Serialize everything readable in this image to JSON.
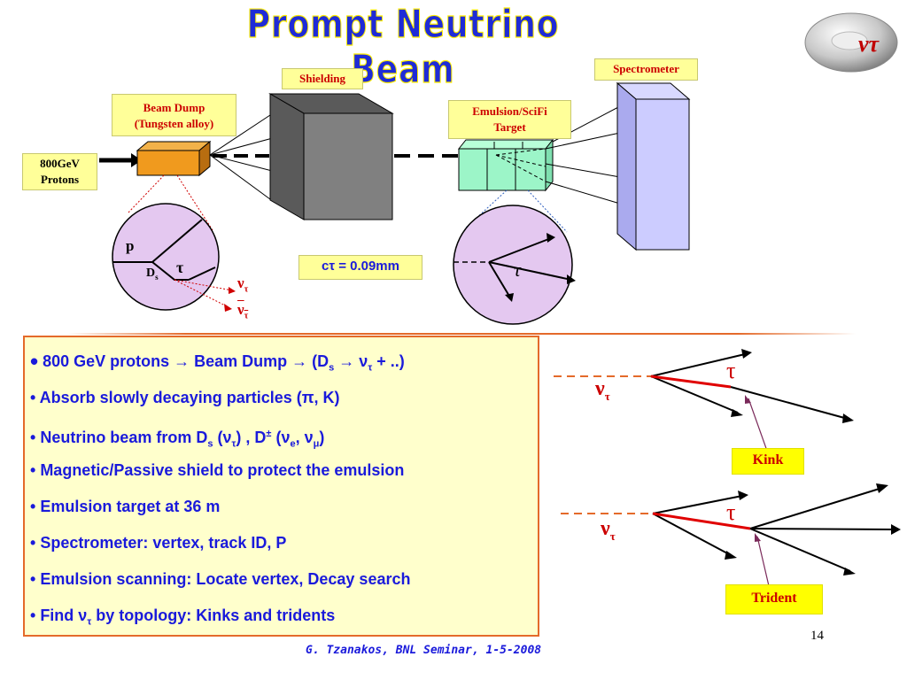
{
  "title": "Prompt Neutrino Beam",
  "logo": {
    "text": "ντ",
    "color": "#c00000"
  },
  "diagram": {
    "protons_label": [
      "800GeV",
      "Protons"
    ],
    "beam_dump_label": [
      "Beam Dump",
      "(Tungsten alloy)"
    ],
    "shielding_label": "Shielding",
    "target_label": [
      "Emulsion/SciFi",
      "Target"
    ],
    "spectrometer_label": "Spectrometer",
    "ctau_label": "cτ = 0.09mm",
    "inset_left": {
      "p": "p",
      "tau": "τ",
      "ds": "D",
      "ds_sub": "s",
      "nu": "ν",
      "nu_sub": "τ",
      "nubar": "ν",
      "nubar_sub": "τ"
    },
    "inset_right": {
      "tau": "τ"
    }
  },
  "topology": {
    "kink": {
      "nu": "ν",
      "nu_sub": "τ",
      "tau": "τ",
      "label": "Kink"
    },
    "trident": {
      "nu": "ν",
      "nu_sub": "τ",
      "tau": "τ",
      "label": "Trident"
    }
  },
  "bullets": [
    {
      "prefix": "•",
      "parts": [
        " 800 GeV protons → Beam Dump  → (D",
        "s",
        " → ν",
        "τ",
        " + ..)"
      ]
    },
    {
      "prefix": "•",
      "parts": [
        " Absorb slowly decaying particles (π, K)"
      ]
    },
    {
      "prefix": "•",
      "parts": [
        " Neutrino beam from D",
        "s",
        "  (ν",
        "τ",
        ") ,    D",
        "±",
        "  (ν",
        "e",
        ", ν",
        "μ",
        ")"
      ]
    },
    {
      "prefix": "•",
      "parts": [
        " Magnetic/Passive shield to protect the emulsion"
      ]
    },
    {
      "prefix": "•",
      "parts": [
        "  Emulsion target at 36 m"
      ]
    },
    {
      "prefix": "•",
      "parts": [
        " Spectrometer: vertex, track ID,  P"
      ]
    },
    {
      "prefix": "•",
      "parts": [
        " Emulsion scanning: Locate vertex, Decay search"
      ]
    },
    {
      "prefix": "•",
      "parts": [
        " Find ν",
        "τ",
        " by topology: Kinks and tridents"
      ]
    }
  ],
  "footer": "G. Tzanakos, BNL Seminar, 1-5-2008",
  "page_number": "14",
  "colors": {
    "title": "#1f2bd6",
    "title_outline": "#ffee00",
    "bullet_text": "#1a1adb",
    "label_red": "#cc0000",
    "box_border": "#e46a2a"
  }
}
